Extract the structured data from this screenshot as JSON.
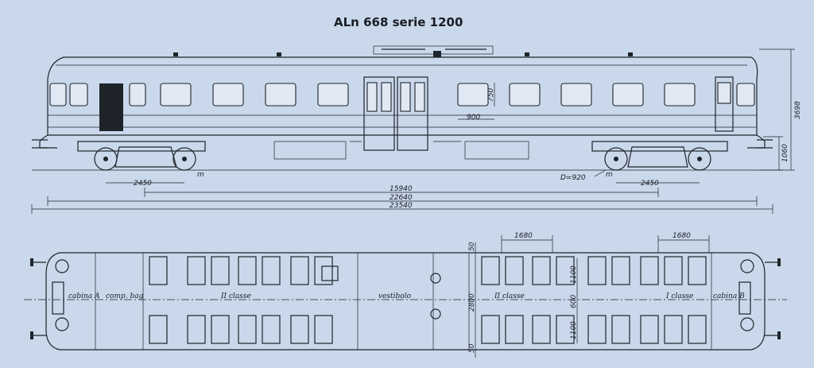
{
  "title": "ALn 668 serie 1200",
  "side_dims": {
    "window_height": "750",
    "window_width": "900",
    "total_height": "3698",
    "floor_height": "1060",
    "bogie_left": "2450",
    "bogie_right": "2450",
    "wheel_diameter": "D=920",
    "bogie_centers": "15940",
    "body_length": "22640",
    "total_length": "23540",
    "marker_m": "m"
  },
  "plan_dims": {
    "seat_pitch_1": "1680",
    "seat_pitch_2": "1680",
    "margin_top": "50",
    "margin_bottom": "50",
    "width_total": "2800",
    "seat_block_top": "1100",
    "aisle": "600",
    "seat_block_bottom": "1100"
  },
  "plan_labels": {
    "cabina_a": "cabina A",
    "comp_bag": "comp. bag",
    "ii_classe_left": "II classe",
    "vestibolo": "vestibolo",
    "ii_classe_right": "II classe",
    "i_classe": "I classe",
    "cabina_b": "cabina B"
  },
  "colors": {
    "background": "#c9d8ea",
    "ink": "#1f242b"
  }
}
